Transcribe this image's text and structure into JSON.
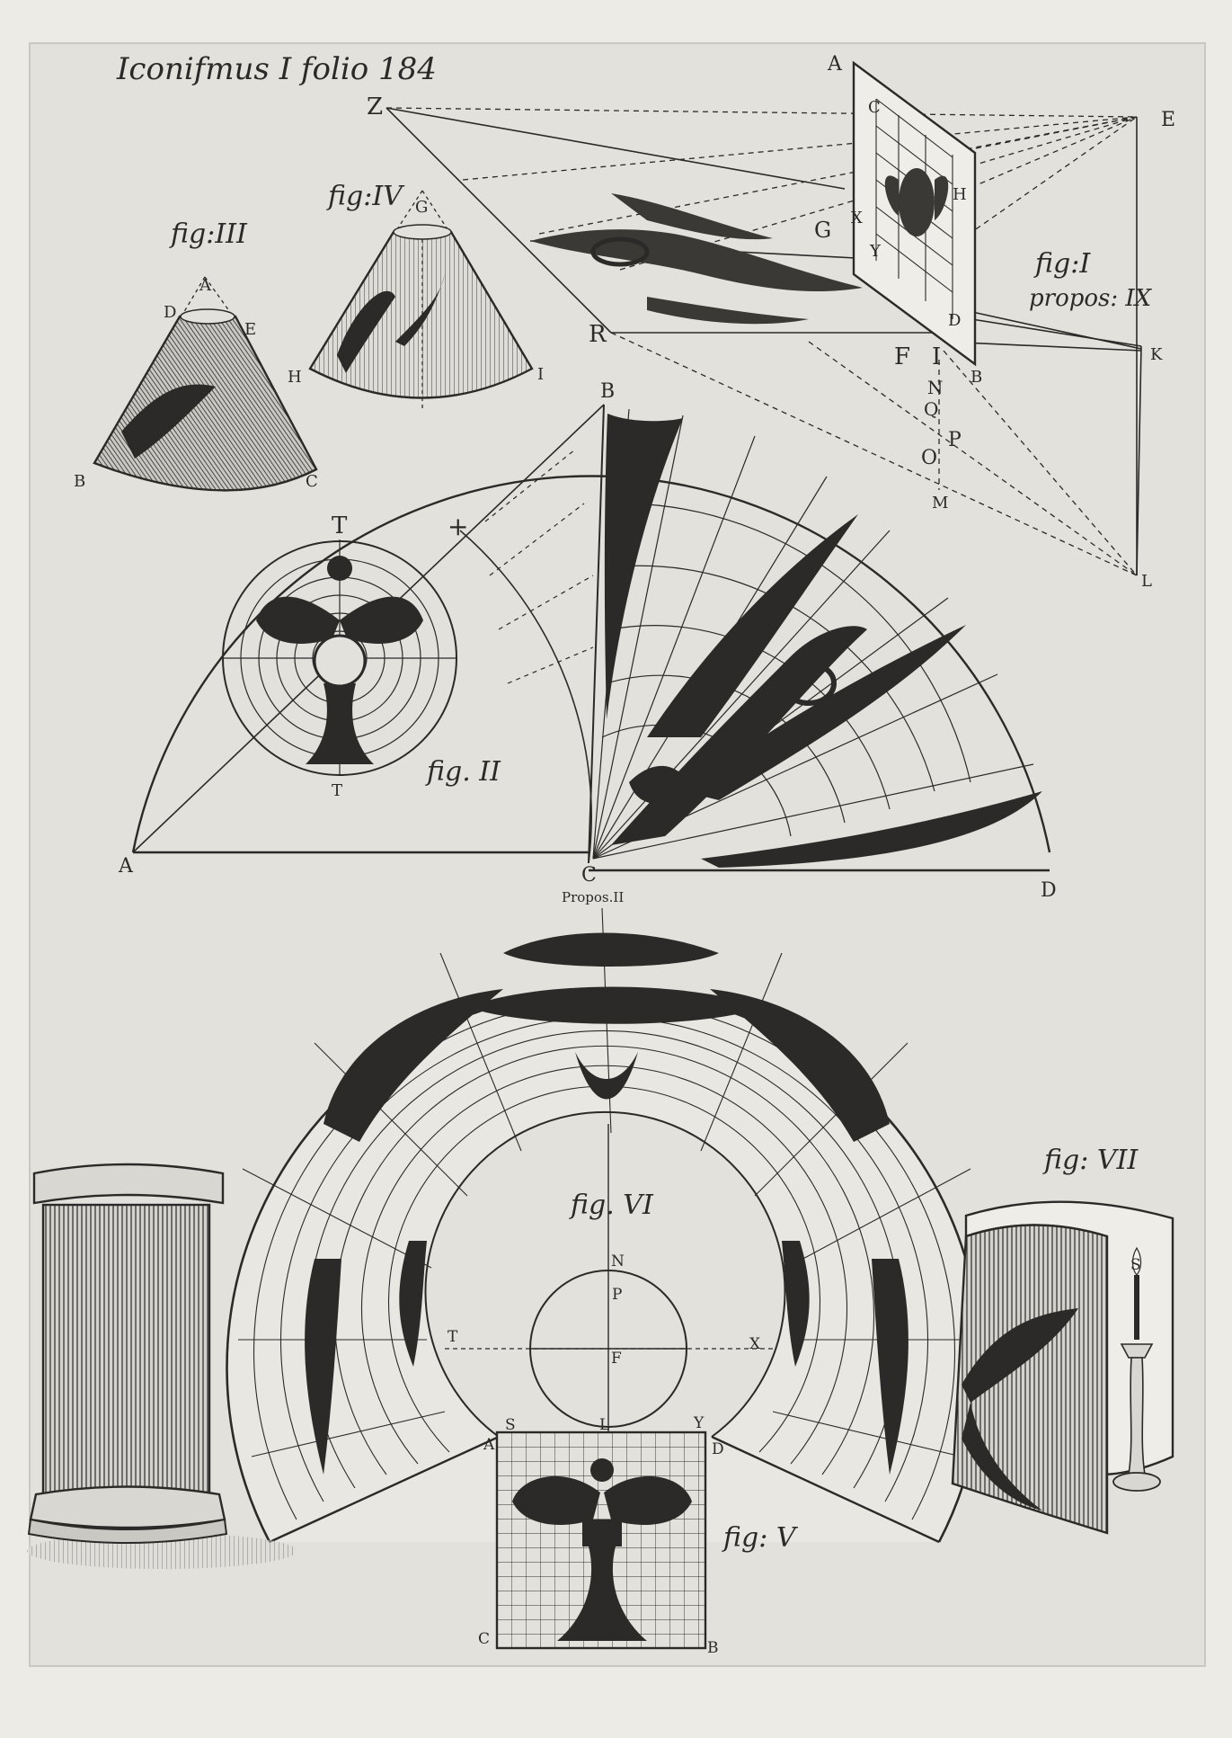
{
  "colors": {
    "paper": "#ecebe5",
    "plate": "#e2e1dc",
    "ink": "#2b2a28"
  },
  "plate_title": "Iconifmus I folio 184",
  "fig1": {
    "caption": "fig:I",
    "subcaption": "propos: IX",
    "points": {
      "A": "A",
      "Z": "Z",
      "E": "E",
      "C": "C",
      "H": "H",
      "G": "G",
      "X": "X",
      "Y": "Y",
      "R": "R",
      "F": "F",
      "I": "I",
      "D": "D",
      "B": "B",
      "K": "K",
      "N": "N",
      "Q": "Q",
      "P": "P",
      "O": "O",
      "M": "M",
      "L": "L"
    }
  },
  "fig2": {
    "caption": "fig. II",
    "points": {
      "A": "A",
      "B": "B",
      "C": "C",
      "D": "D",
      "T_top": "T",
      "T_bottom": "T",
      "cross": "+"
    }
  },
  "fig3": {
    "caption": "fig:III",
    "points": {
      "A": "A",
      "D": "D",
      "E": "E",
      "B": "B",
      "C": "C"
    }
  },
  "fig4": {
    "caption": "fig:IV",
    "points": {
      "G": "G",
      "H": "H",
      "I": "I"
    }
  },
  "propos2": "Propos.II",
  "fig5": {
    "caption": "fig: V",
    "points": {
      "A": "A",
      "S": "S",
      "L": "L",
      "Y": "Y",
      "D": "D",
      "C": "C",
      "B": "B"
    }
  },
  "fig6": {
    "caption": "fig. VI",
    "points": {
      "N": "N",
      "P": "P",
      "F": "F",
      "T": "T",
      "X": "X"
    }
  },
  "fig7": {
    "caption": "fig: VII",
    "points": {
      "S": "S"
    }
  }
}
